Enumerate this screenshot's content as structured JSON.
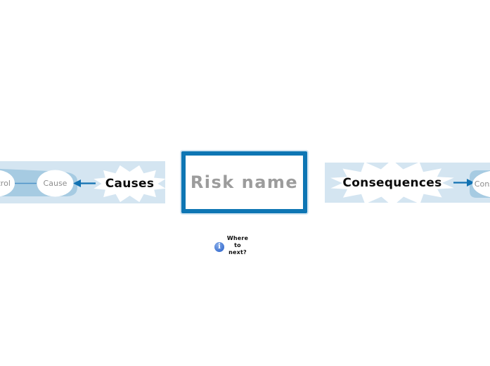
{
  "diagram": {
    "center": {
      "label": "Risk name"
    },
    "causes": {
      "label": "Causes",
      "nodes": [
        {
          "label": "Control"
        },
        {
          "label": "Cause"
        }
      ]
    },
    "consequences": {
      "label": "Consequences",
      "nodes": [
        {
          "label": "Consequence"
        }
      ]
    },
    "note": {
      "icon": "info-icon",
      "icon_glyph": "i",
      "label": "Where\nto\nnext?"
    }
  },
  "colors": {
    "band": "#d4e5f1",
    "subtree": "#a6cbe2",
    "center_border": "#0e76b4",
    "center_text": "#9c9c9c",
    "connector": "#1272b2",
    "node_text": "#8d8d8d",
    "info_icon": "#3a6fd0",
    "background": "#ffffff"
  }
}
